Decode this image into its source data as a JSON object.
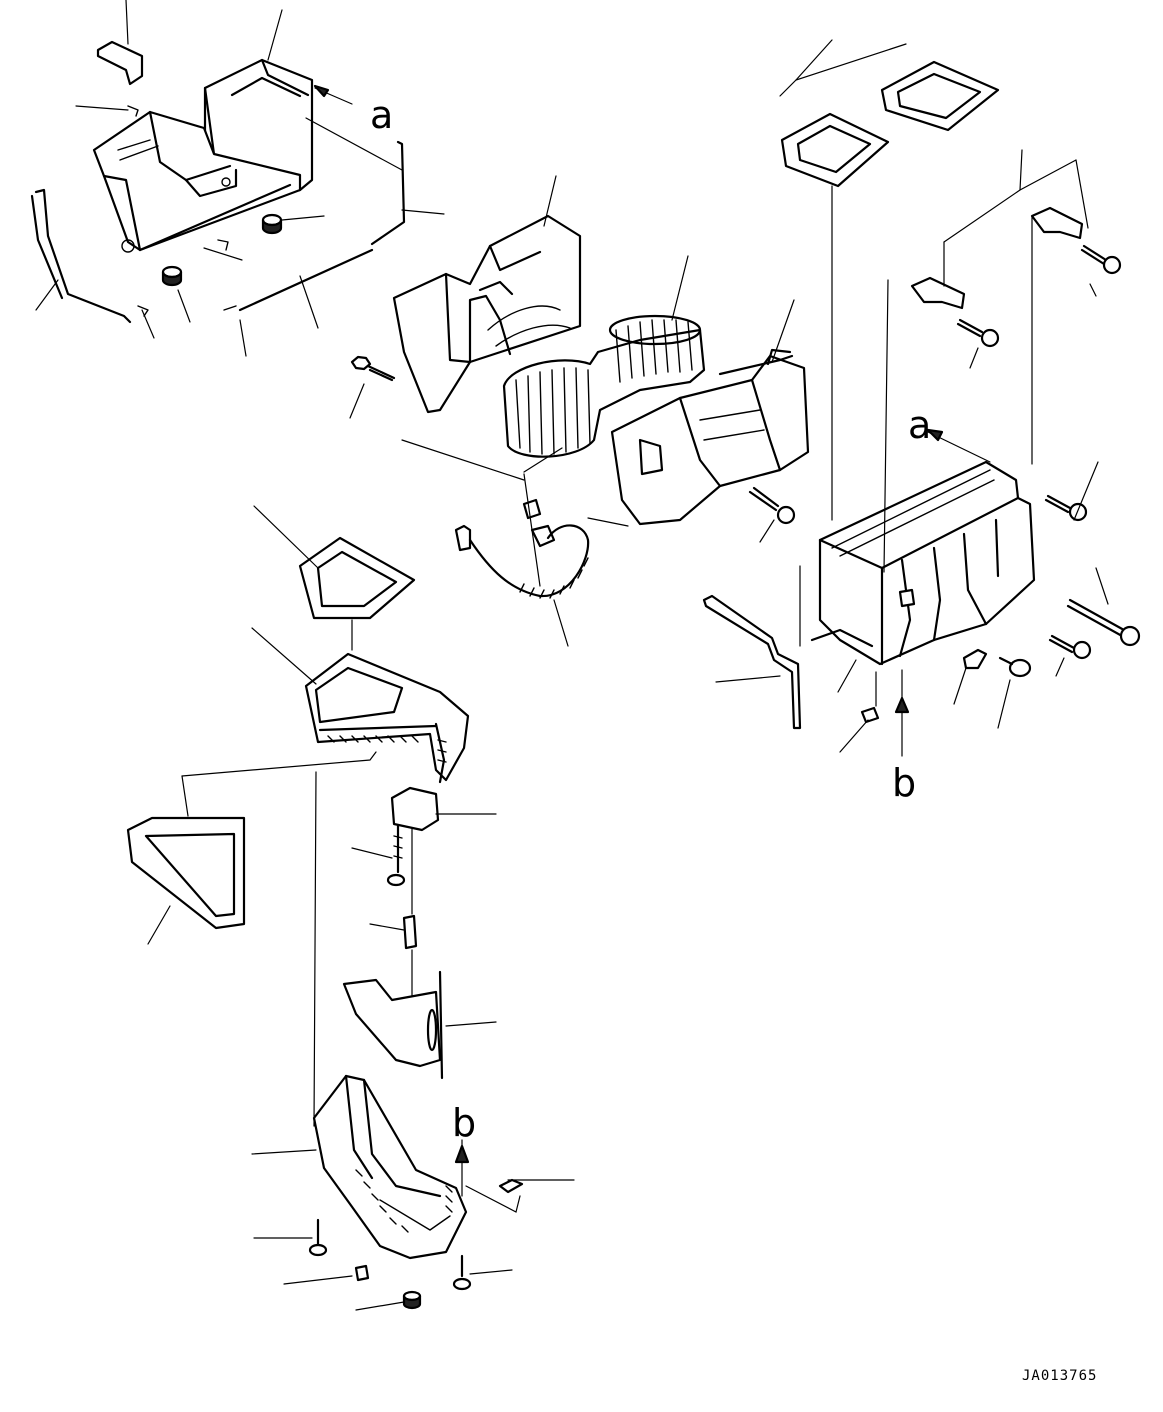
{
  "view_refs": {
    "a_top": "a",
    "a_right": "a",
    "b_right": "b",
    "b_bottom": "b"
  },
  "drawing_id": "JA013765"
}
